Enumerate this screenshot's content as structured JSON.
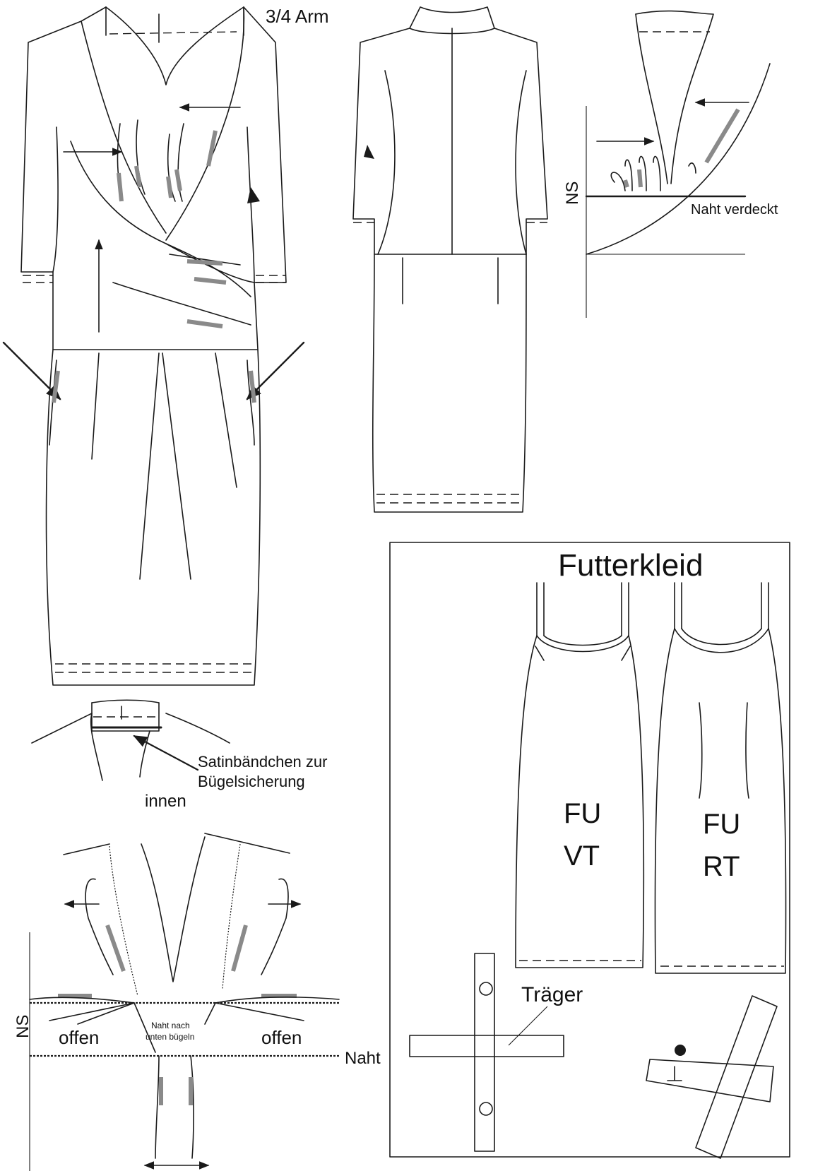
{
  "labels": {
    "sleeve": "3/4 Arm",
    "ns_top": "NS",
    "seam_covered": "Naht verdeckt",
    "satin_tape_line1": "Satinbändchen zur",
    "satin_tape_line2": "Bügelsicherung",
    "inside": "innen",
    "ns_bottom": "NS",
    "open_left": "offen",
    "press_seam_line1": "Naht nach",
    "press_seam_line2": "unten bügeln",
    "open_right": "offen",
    "seam": "Naht",
    "lining_title": "Futterkleid",
    "front_code_1": "FU",
    "front_code_2": "VT",
    "back_code_1": "FU",
    "back_code_2": "RT",
    "strap": "Träger"
  },
  "colors": {
    "ink": "#1a1a1a",
    "marker_gray": "#8a8a8a",
    "background": "#ffffff"
  }
}
